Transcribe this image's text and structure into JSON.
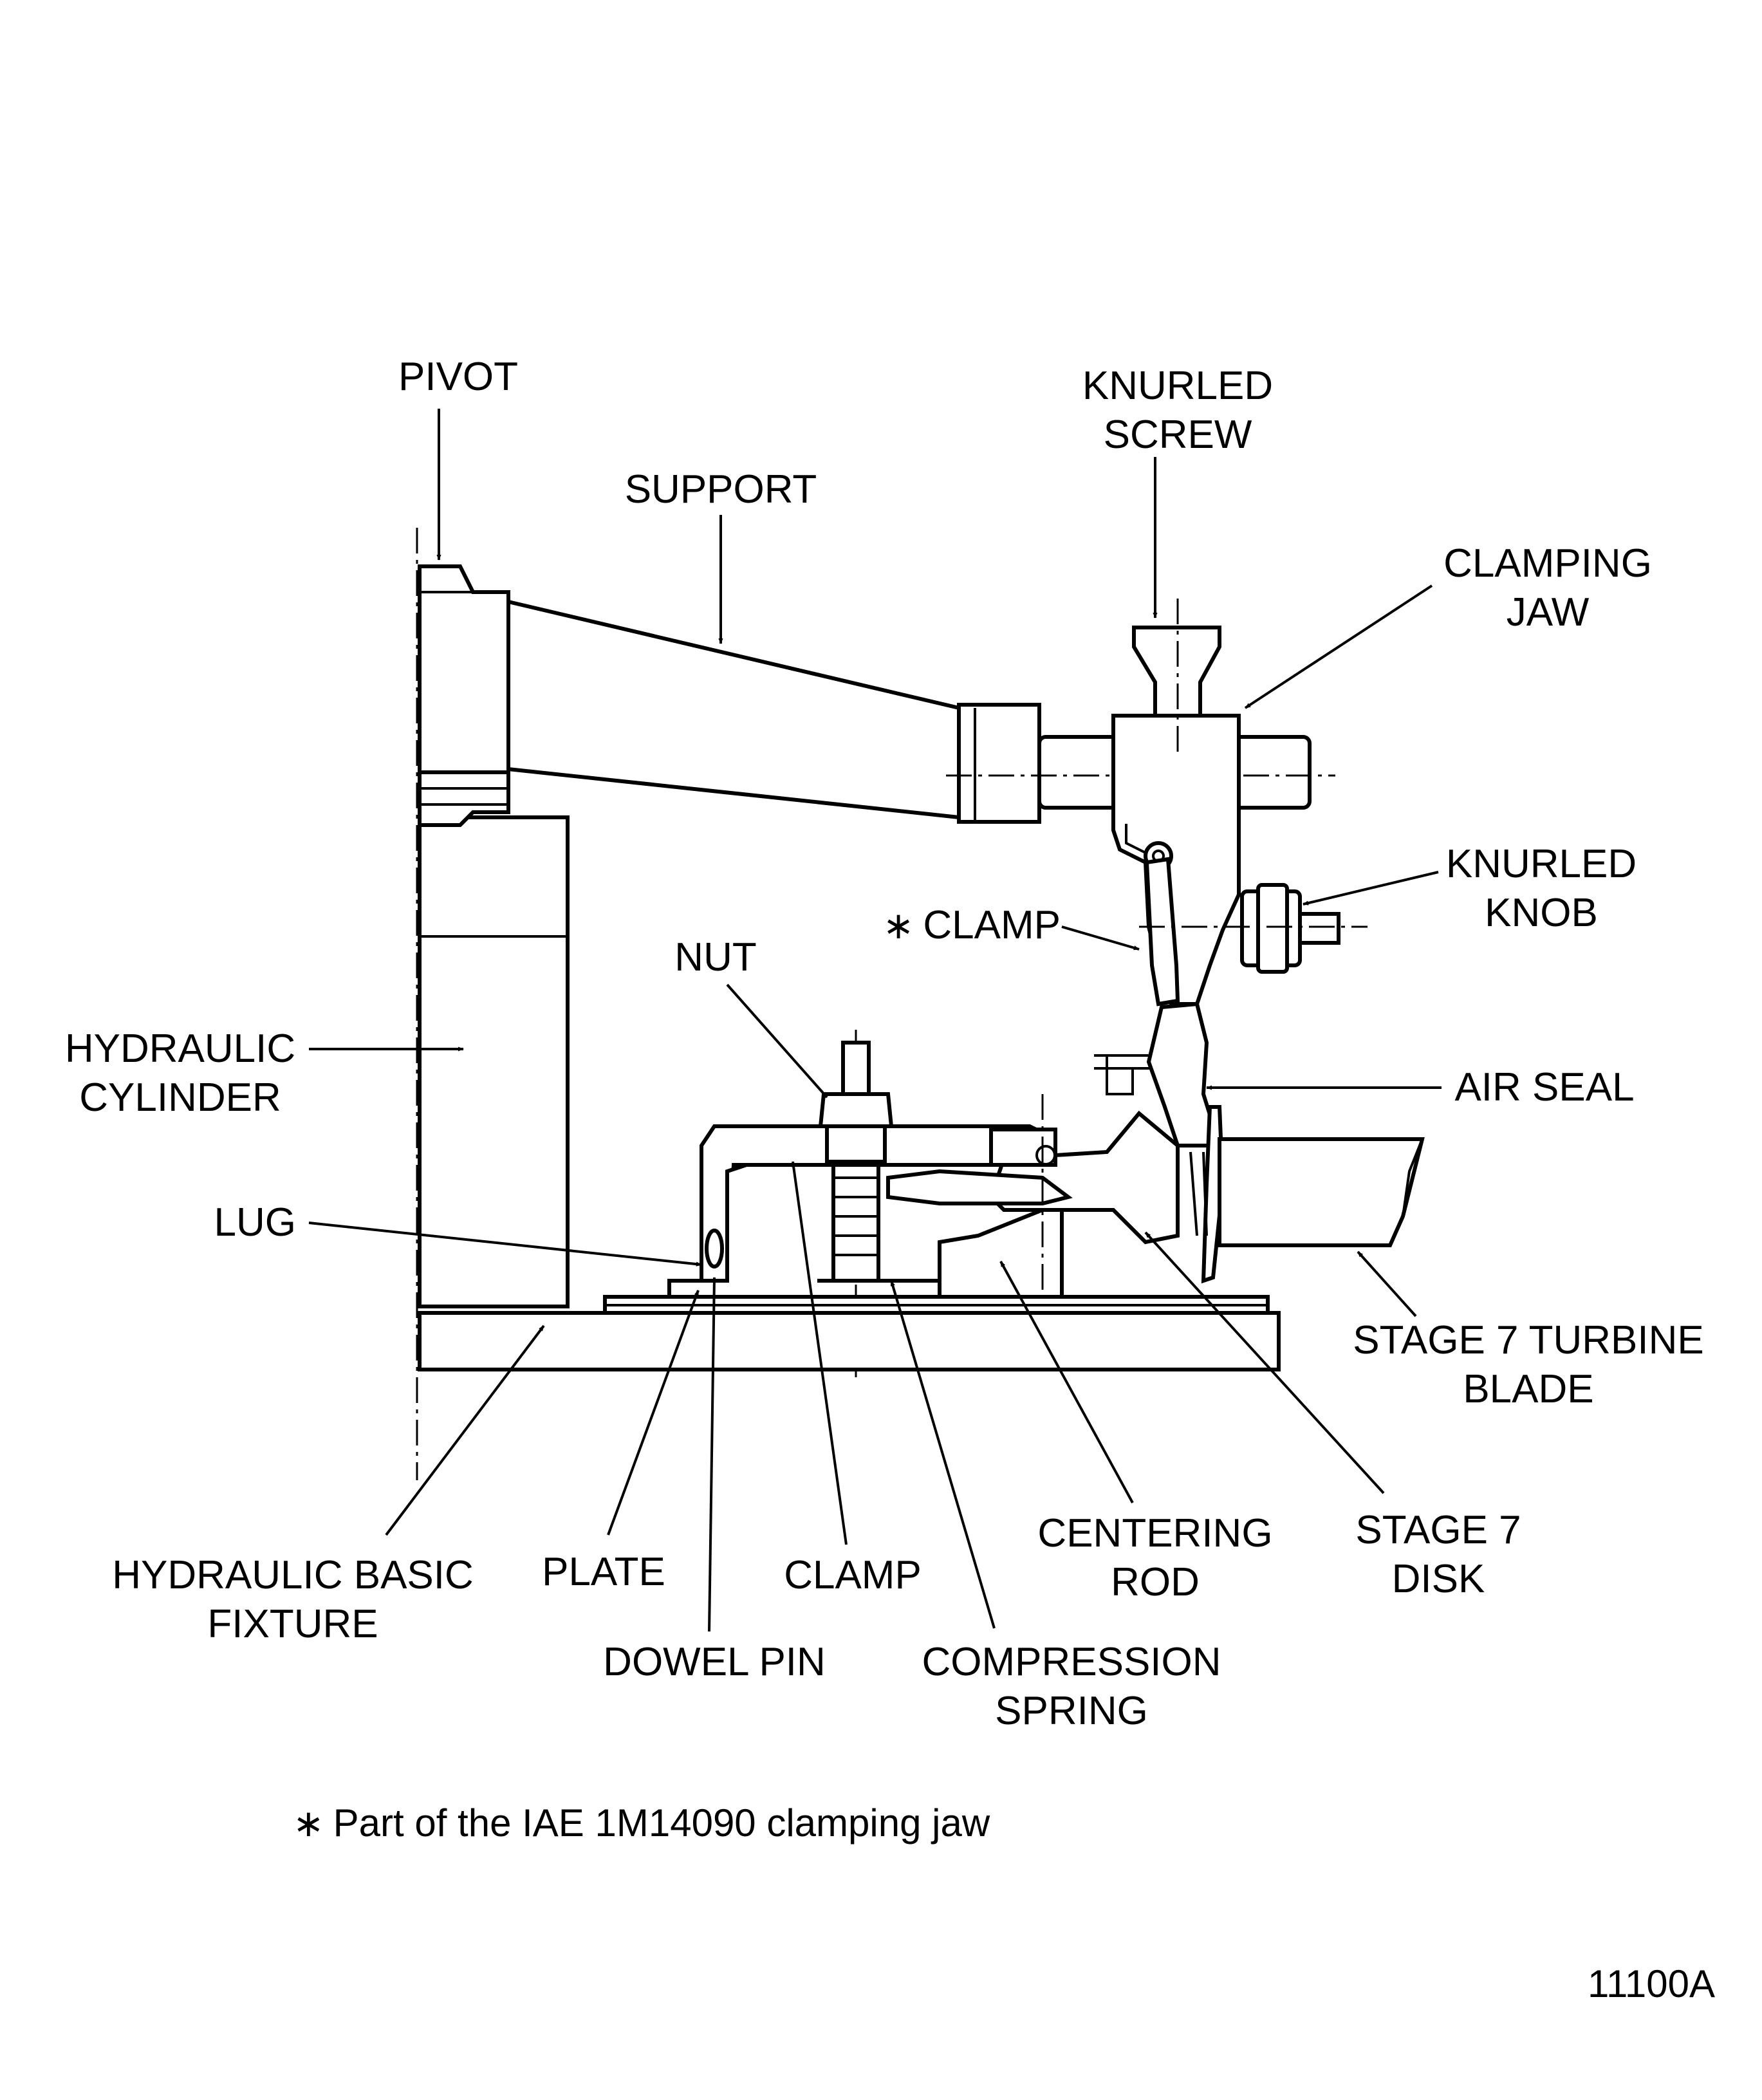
{
  "labels": {
    "pivot": "PIVOT",
    "support": "SUPPORT",
    "knurled_screw": "KNURLED\nSCREW",
    "clamping_jaw": "CLAMPING\nJAW",
    "knurled_knob": "KNURLED\nKNOB",
    "clamp_star": "CLAMP",
    "nut": "NUT",
    "hydraulic_cylinder": "HYDRAULIC\nCYLINDER",
    "air_seal": "AIR SEAL",
    "lug": "LUG",
    "stage7_turbine_blade": "STAGE 7 TURBINE\nBLADE",
    "hydraulic_basic_fixture": "HYDRAULIC BASIC\nFIXTURE",
    "plate": "PLATE",
    "clamp": "CLAMP",
    "centering_rod": "CENTERING\nROD",
    "stage7_disk": "STAGE 7\nDISK",
    "dowel_pin": "DOWEL PIN",
    "compression_spring": "COMPRESSION\nSPRING"
  },
  "asterisk": "∗",
  "footnote": "Part of the IAE 1M14090 clamping jaw",
  "figure_id": "11100A"
}
